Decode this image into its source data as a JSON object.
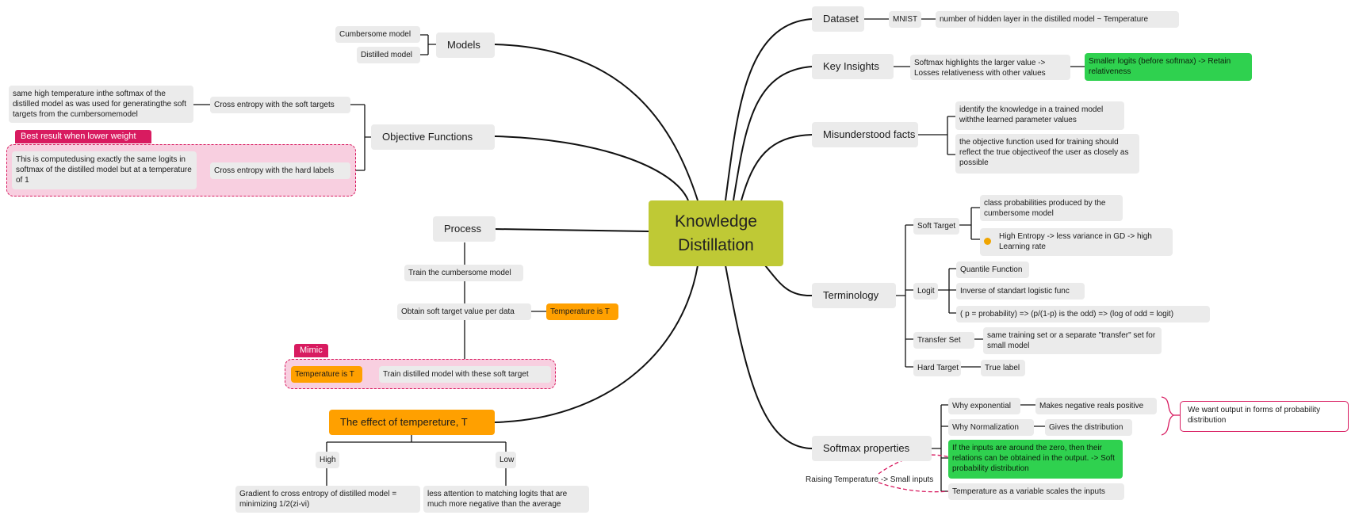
{
  "center": "Knowledge Distillation",
  "models": {
    "title": "Models",
    "items": [
      "Cumbersome model",
      "Distilled model"
    ]
  },
  "objective": {
    "title": "Objective Functions",
    "soft": "Cross entropy with the soft targets",
    "soft_note": "same high temperature inthe softmax of the distilled model as was used for generatingthe soft targets from the cumbersomemodel",
    "hard": "Cross entropy with the hard labels",
    "hard_note": "This is computedusing exactly the same logits in softmax of the distilled model but at a temperature of 1",
    "boundary_label": "Best result when lower weight"
  },
  "process": {
    "title": "Process",
    "step1": "Train the cumbersome model",
    "step2": "Obtain soft target value per data",
    "step2_note": "Temperature is T",
    "step3": "Train distilled model with these soft target",
    "step3_note": "Temperature is T",
    "boundary_label": "Mimic"
  },
  "effect": {
    "title": "The effect of tempereture, T",
    "high": "High",
    "low": "Low",
    "high_note": "Gradient fo cross entropy of distilled model = minimizing 1/2(zi-vi)",
    "low_note": "less attention to matching logits that are much more negative than the average"
  },
  "dataset": {
    "title": "Dataset",
    "item": "MNIST",
    "note": "number of hidden layer in the distilled model ~ Temperature"
  },
  "insights": {
    "title": "Key Insights",
    "item": "Softmax highlights the larger value  -> Losses relativeness with other values",
    "note": "Smaller logits (before softmax) -> Retain relativeness"
  },
  "misunderstood": {
    "title": "Misunderstood facts",
    "items": [
      "identify the knowledge in a trained model withthe learned parameter values",
      "the objective function used for training should reflect the true objectiveof the user as closely as possible"
    ]
  },
  "terminology": {
    "title": "Terminology",
    "soft_target": "Soft Target",
    "soft_items": [
      "class probabilities produced by the cumbersome model",
      "High Entropy ->  less variance in GD -> high Learning rate"
    ],
    "logit": "Logit",
    "logit_items": [
      "Quantile Function",
      "Inverse of standart logistic func",
      "( p = probability) => (p/(1-p) is the odd) => (log of odd = logit)"
    ],
    "transfer": "Transfer Set",
    "transfer_item": "same training set or a separate \"transfer\" set for small model",
    "hard_target": "Hard Target",
    "hard_item": "True label"
  },
  "softmax": {
    "title": "Softmax properties",
    "why_exp": "Why exponential",
    "why_exp_note": "Makes negative reals positive",
    "why_norm": "Why Normalization",
    "why_norm_note": "Gives the distribution",
    "zero": "If the inputs are around the zero, then their relations can be obtained in the output. -> Soft probability distribution",
    "temp": "Temperature as a variable scales the inputs",
    "callout": "We want output in forms of probability distribution",
    "raising": "Raising Temperature -> Small inputs"
  },
  "colors": {
    "center": "#bfc935",
    "orange": "#ffa000",
    "green": "#2fd14f",
    "accent": "#d81b60",
    "node": "#ebebeb"
  }
}
